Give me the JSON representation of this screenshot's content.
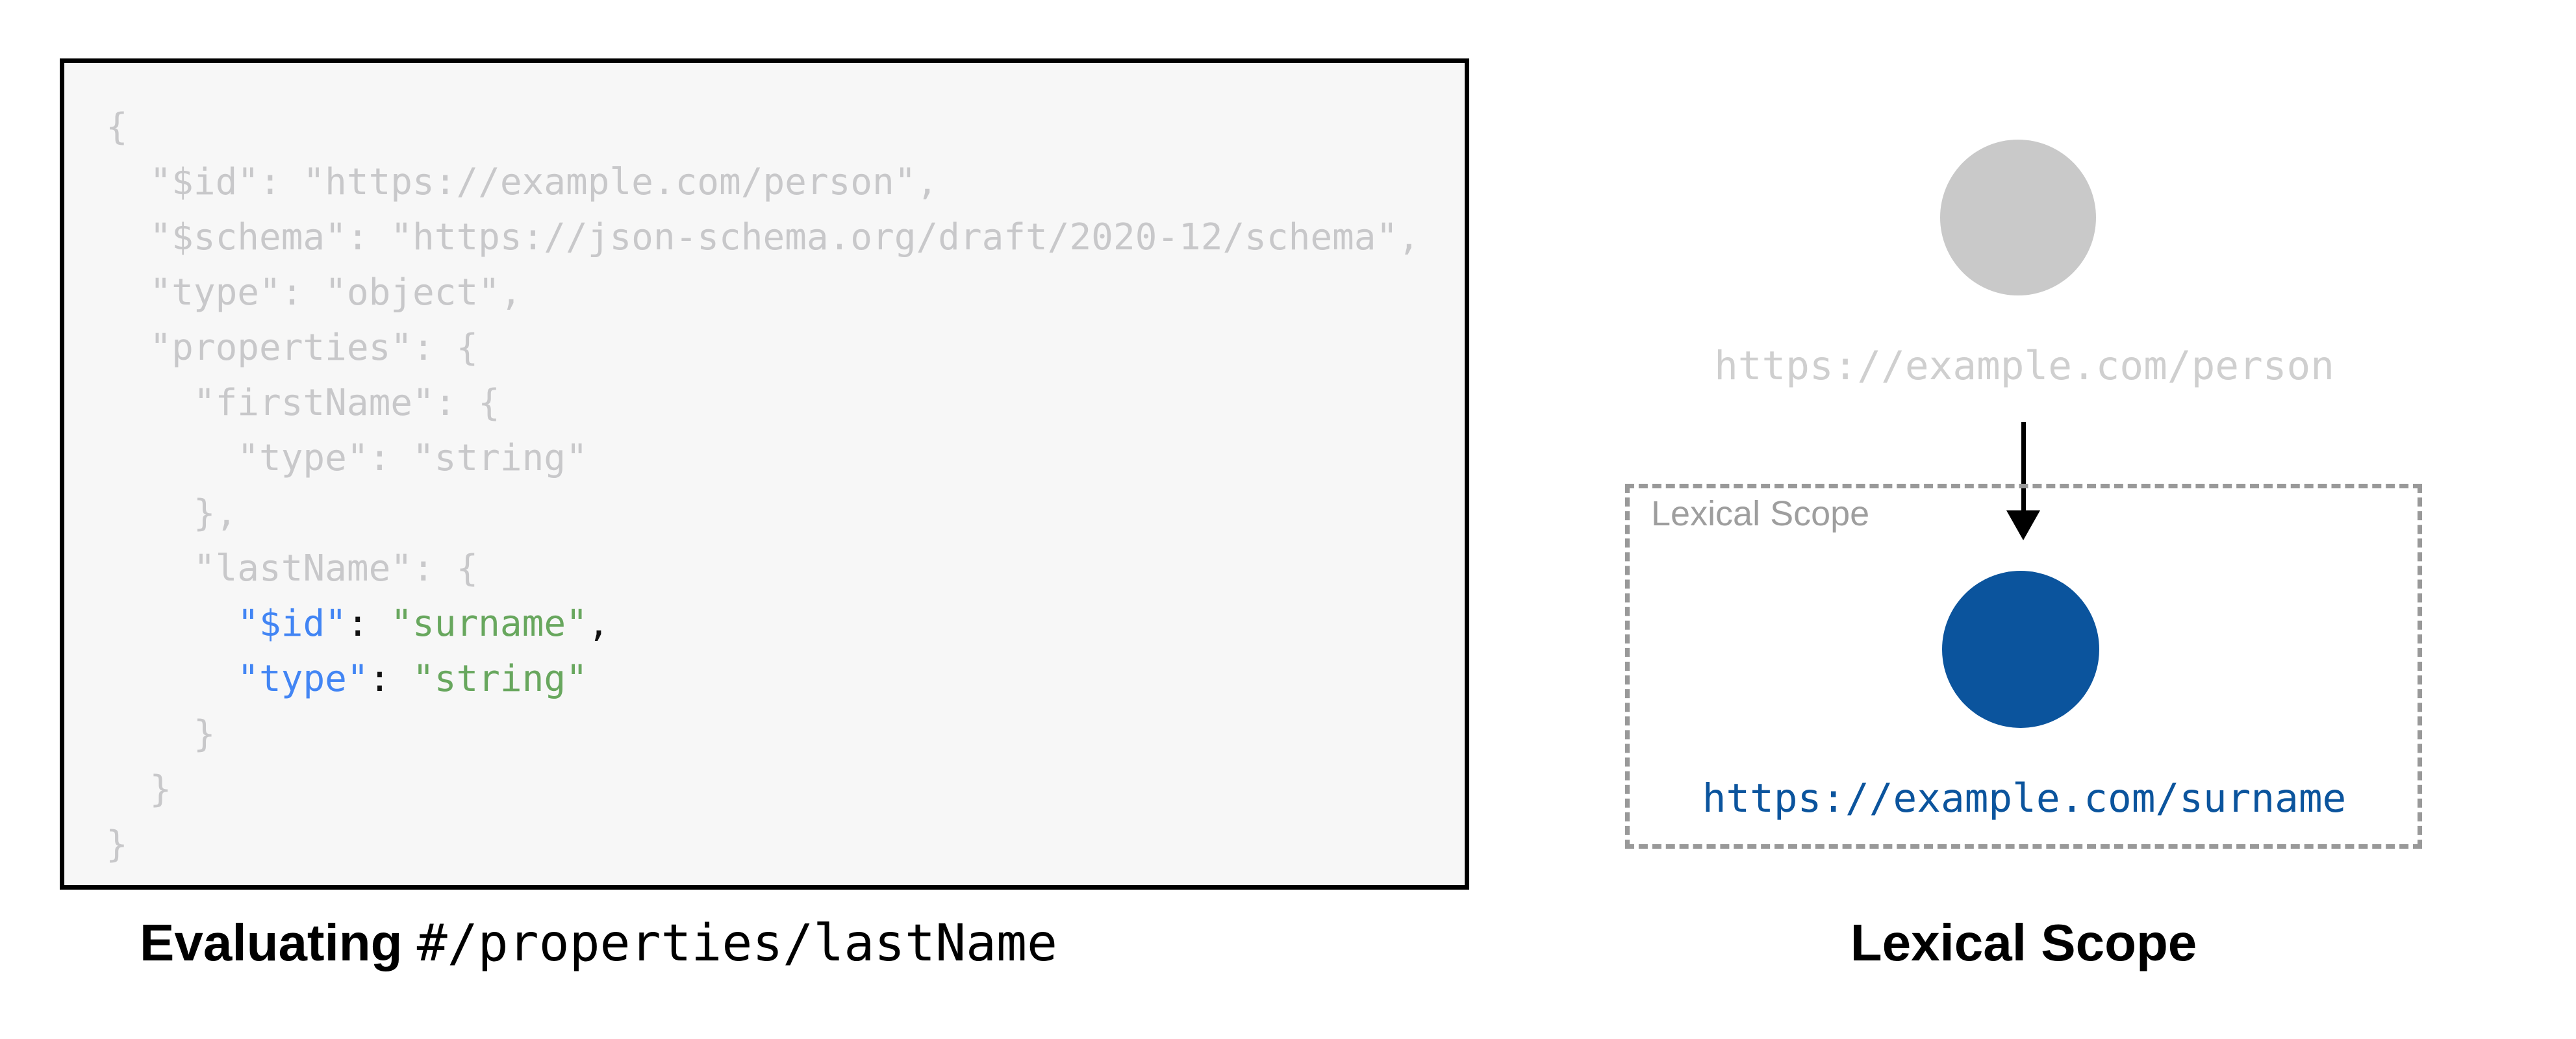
{
  "page": {
    "background": "#ffffff"
  },
  "code_panel": {
    "background": "#f7f7f7",
    "border_color": "#000000",
    "text_colors": {
      "gray": "#c8c8ca",
      "blue": "#4285f4",
      "green": "#68a75e",
      "dark": "#111111"
    },
    "lines": [
      [
        {
          "t": "{",
          "c": "gray"
        }
      ],
      [
        {
          "t": "  \"$id\": \"https://example.com/person\",",
          "c": "gray"
        }
      ],
      [
        {
          "t": "  \"$schema\": \"https://json-schema.org/draft/2020-12/schema\",",
          "c": "gray"
        }
      ],
      [
        {
          "t": "  \"type\": \"object\",",
          "c": "gray"
        }
      ],
      [
        {
          "t": "  \"properties\": {",
          "c": "gray"
        }
      ],
      [
        {
          "t": "    \"firstName\": {",
          "c": "gray"
        }
      ],
      [
        {
          "t": "      \"type\": \"string\"",
          "c": "gray"
        }
      ],
      [
        {
          "t": "    },",
          "c": "gray"
        }
      ],
      [
        {
          "t": "    \"lastName\": {",
          "c": "gray"
        }
      ],
      [
        {
          "t": "      ",
          "c": "gray"
        },
        {
          "t": "\"$id\"",
          "c": "blue"
        },
        {
          "t": ": ",
          "c": "dark"
        },
        {
          "t": "\"surname\"",
          "c": "green"
        },
        {
          "t": ",",
          "c": "dark"
        }
      ],
      [
        {
          "t": "      ",
          "c": "gray"
        },
        {
          "t": "\"type\"",
          "c": "blue"
        },
        {
          "t": ": ",
          "c": "dark"
        },
        {
          "t": "\"string\"",
          "c": "green"
        }
      ],
      [
        {
          "t": "    }",
          "c": "gray"
        }
      ],
      [
        {
          "t": "  }",
          "c": "gray"
        }
      ],
      [
        {
          "t": "}",
          "c": "gray"
        }
      ]
    ]
  },
  "left_caption": {
    "prefix_bold": "Evaluating",
    "pointer_mono": "#/properties/lastName"
  },
  "diagram": {
    "root_node_label": "https://example.com/person",
    "scope_box_title": "Lexical Scope",
    "child_node_label": "https://example.com/surname",
    "caption": "Lexical Scope",
    "colors": {
      "root_circle": "#c9c9c9",
      "root_label": "#cfcfcf",
      "child_circle": "#0b549d",
      "child_label": "#0b549d",
      "scope_border": "#999999",
      "scope_title": "#9e9e9e",
      "arrow": "#000000"
    }
  }
}
